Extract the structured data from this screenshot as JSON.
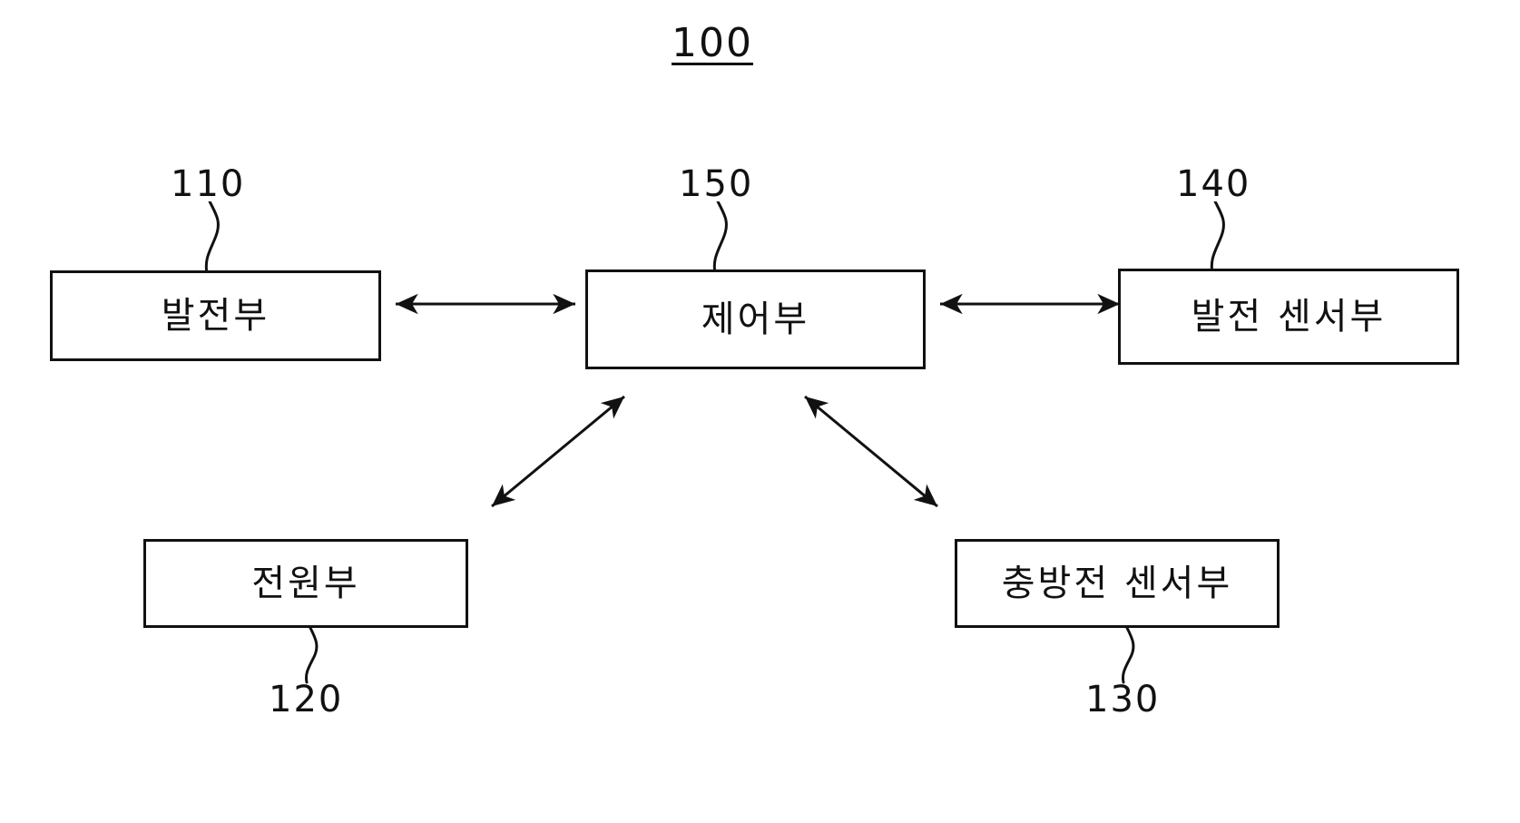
{
  "figure": {
    "number": "100"
  },
  "nodes": [
    {
      "id": "generator",
      "ref": "110",
      "label": "발전부"
    },
    {
      "id": "power-supply",
      "ref": "120",
      "label": "전원부"
    },
    {
      "id": "charge-sensor",
      "ref": "130",
      "label": "충방전 센서부"
    },
    {
      "id": "generation-sensor",
      "ref": "140",
      "label": "발전 센서부"
    },
    {
      "id": "controller",
      "ref": "150",
      "label": "제어부"
    }
  ],
  "connections": [
    {
      "from": "generator",
      "to": "controller",
      "style": "double-arrow",
      "orientation": "horizontal"
    },
    {
      "from": "controller",
      "to": "generation-sensor",
      "style": "double-arrow",
      "orientation": "horizontal"
    },
    {
      "from": "power-supply",
      "to": "controller",
      "style": "double-arrow",
      "orientation": "diagonal-up-right"
    },
    {
      "from": "controller",
      "to": "charge-sensor",
      "style": "double-arrow",
      "orientation": "diagonal-down-right"
    }
  ],
  "colors": {
    "ink": "#111111",
    "shadow": "#0a0a0a",
    "background": "#ffffff"
  }
}
